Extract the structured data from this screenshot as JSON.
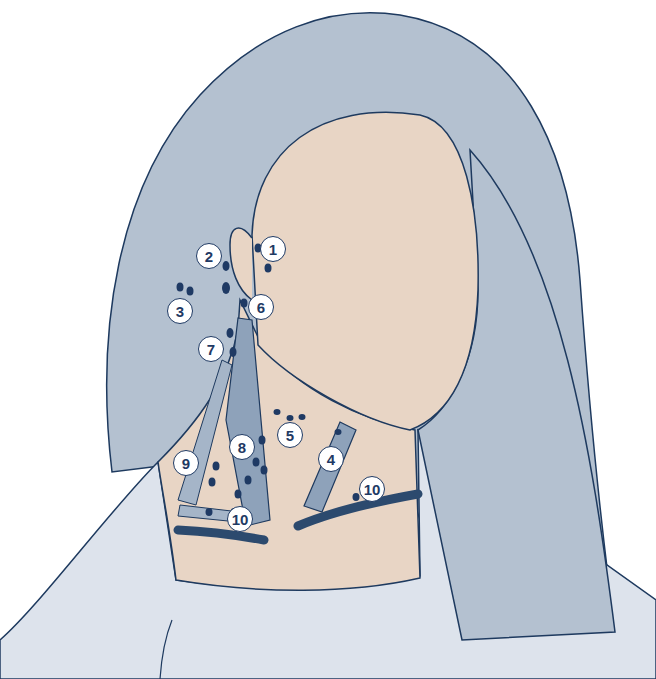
{
  "diagram": {
    "labels": [
      "1",
      "2",
      "3",
      "4",
      "5",
      "6",
      "7",
      "8",
      "9",
      "10",
      "10"
    ]
  }
}
